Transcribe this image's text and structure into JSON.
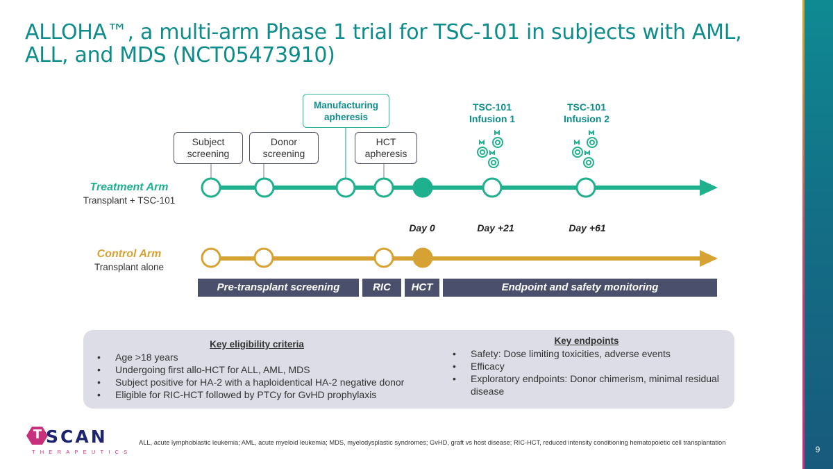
{
  "title": "ALLOHA™, a multi-arm Phase 1 trial for TSC-101 in subjects with AML, ALL, and MDS (NCT05473910)",
  "steps": {
    "subject_screening": "Subject\nscreening",
    "donor_screening": "Donor\nscreening",
    "manufacturing_apheresis": "Manufacturing\napheresis",
    "hct_apheresis": "HCT\napheresis",
    "infusion1": "TSC-101\nInfusion 1",
    "infusion2": "TSC-101\nInfusion 2"
  },
  "arms": {
    "treatment": {
      "name": "Treatment Arm",
      "desc": "Transplant + TSC-101",
      "color": "#1fb08e"
    },
    "control": {
      "name": "Control Arm",
      "desc": "Transplant alone",
      "color": "#d6a233"
    }
  },
  "days": {
    "day0": "Day 0",
    "day21": "Day +21",
    "day61": "Day +61"
  },
  "phases": {
    "pretransplant": "Pre-transplant screening",
    "ric": "RIC",
    "hct": "HCT",
    "monitoring": "Endpoint and safety monitoring"
  },
  "eligibility": {
    "heading": "Key eligibility criteria",
    "items": [
      "Age >18 years",
      "Undergoing first allo-HCT for ALL, AML, MDS",
      "Subject positive for HA-2 with a haploidentical HA-2 negative donor",
      "Eligible for RIC-HCT followed by PTCy for GvHD prophylaxis"
    ]
  },
  "endpoints": {
    "heading": "Key endpoints",
    "items": [
      "Safety: Dose limiting toxicities, adverse events",
      "Efficacy",
      "Exploratory endpoints: Donor chimerism, minimal residual disease"
    ]
  },
  "footnote": "ALL, acute lymphoblastic leukemia; AML, acute myeloid leukemia; MDS, myelodysplastic syndromes; GvHD, graft vs host disease; RIC-HCT, reduced intensity conditioning hematopoietic cell transplantation",
  "logo": {
    "word": "SCAN",
    "letter": "T",
    "sub": "THERAPEUTICS"
  },
  "page_number": "9",
  "colors": {
    "title": "#0e8c8c",
    "phase_bar": "#4a4f6b",
    "panel": "#dcdde6",
    "logo_navy": "#1d2470",
    "logo_magenta": "#c9307b"
  }
}
